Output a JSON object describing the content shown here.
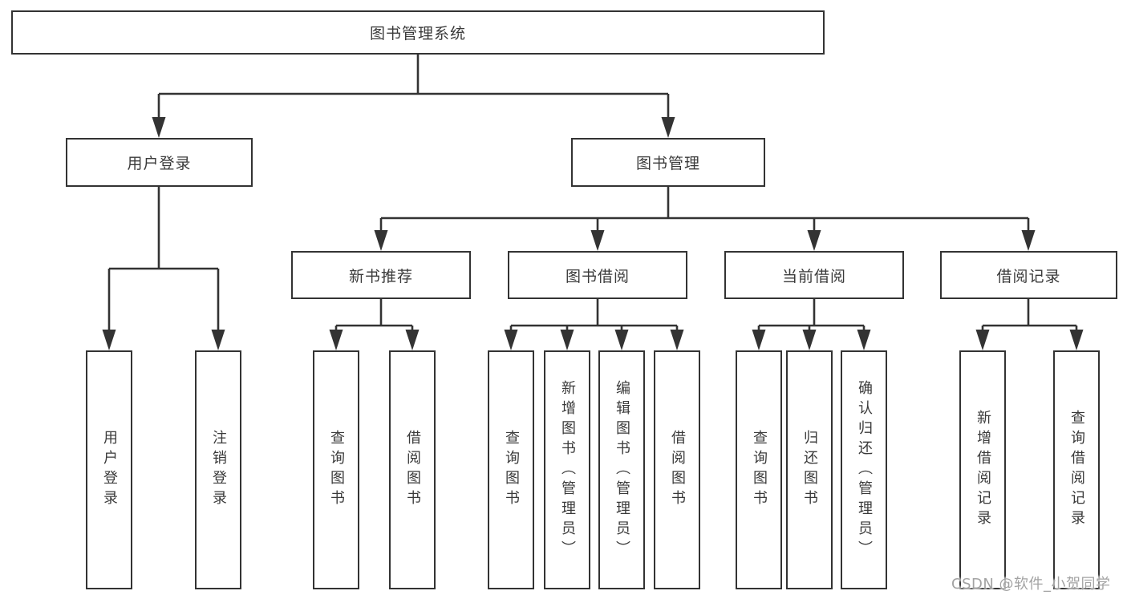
{
  "colors": {
    "line_color": "#333333",
    "text_color": "#3a3a3a",
    "box_bg": "#ffffff",
    "page_bg": "#ffffff",
    "watermark_color": "#a3a3a3"
  },
  "watermark": {
    "text": "CSDN @软件_小贺同学"
  },
  "tree": {
    "label": "图书管理系统",
    "children": [
      {
        "label": "用户登录",
        "children": [
          {
            "label": "用户登录"
          },
          {
            "label": "注销登录"
          }
        ]
      },
      {
        "label": "图书管理",
        "children": [
          {
            "label": "新书推荐",
            "children": [
              {
                "label": "查询图书"
              },
              {
                "label": "借阅图书"
              }
            ]
          },
          {
            "label": "图书借阅",
            "children": [
              {
                "label": "查询图书"
              },
              {
                "label": "新增图书（管理员）"
              },
              {
                "label": "编辑图书（管理员）"
              },
              {
                "label": "借阅图书"
              }
            ]
          },
          {
            "label": "当前借阅",
            "children": [
              {
                "label": "查询图书"
              },
              {
                "label": "归还图书"
              },
              {
                "label": "确认归还（管理员）"
              }
            ]
          },
          {
            "label": "借阅记录",
            "children": [
              {
                "label": "新增借阅记录"
              },
              {
                "label": "查询借阅记录"
              }
            ]
          }
        ]
      }
    ]
  }
}
